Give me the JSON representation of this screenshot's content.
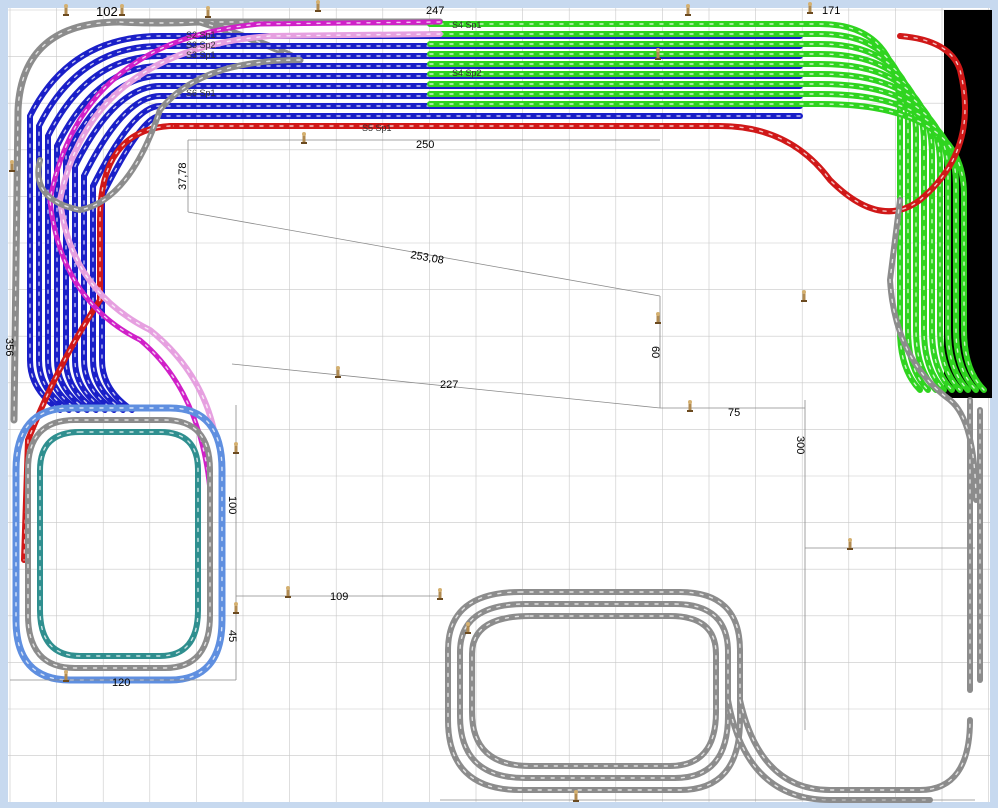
{
  "colors": {
    "background": "#c7d9ef",
    "paper": "#ffffff",
    "grid": "#c8c8c8",
    "track_grey": "#8c8c8c",
    "track_blue": "#1a1fc8",
    "track_green": "#2fd41f",
    "track_red": "#d01818",
    "track_magenta": "#d020c8",
    "track_pink": "#e6a0e0",
    "track_lightblue": "#5f8fe0",
    "track_teal": "#2f8f8f",
    "block": "#000000"
  },
  "dimensions": [
    {
      "label": "102"
    },
    {
      "label": "247"
    },
    {
      "label": "171"
    },
    {
      "label": "250"
    },
    {
      "label": "37,78"
    },
    {
      "label": "253,08"
    },
    {
      "label": "356"
    },
    {
      "label": "227"
    },
    {
      "label": "60"
    },
    {
      "label": "75"
    },
    {
      "label": "300"
    },
    {
      "label": "100"
    },
    {
      "label": "109"
    },
    {
      "label": "45"
    },
    {
      "label": "120"
    }
  ],
  "track_labels": [
    {
      "text": "S2 Sp1"
    },
    {
      "text": "S3 Sp2"
    },
    {
      "text": "S3 Sp1"
    },
    {
      "text": "S4 Sp1"
    },
    {
      "text": "S4 Sp2"
    },
    {
      "text": "S6 Sp1"
    },
    {
      "text": "S5 Sp1"
    }
  ],
  "icons": [
    "track-sensor-icon"
  ]
}
